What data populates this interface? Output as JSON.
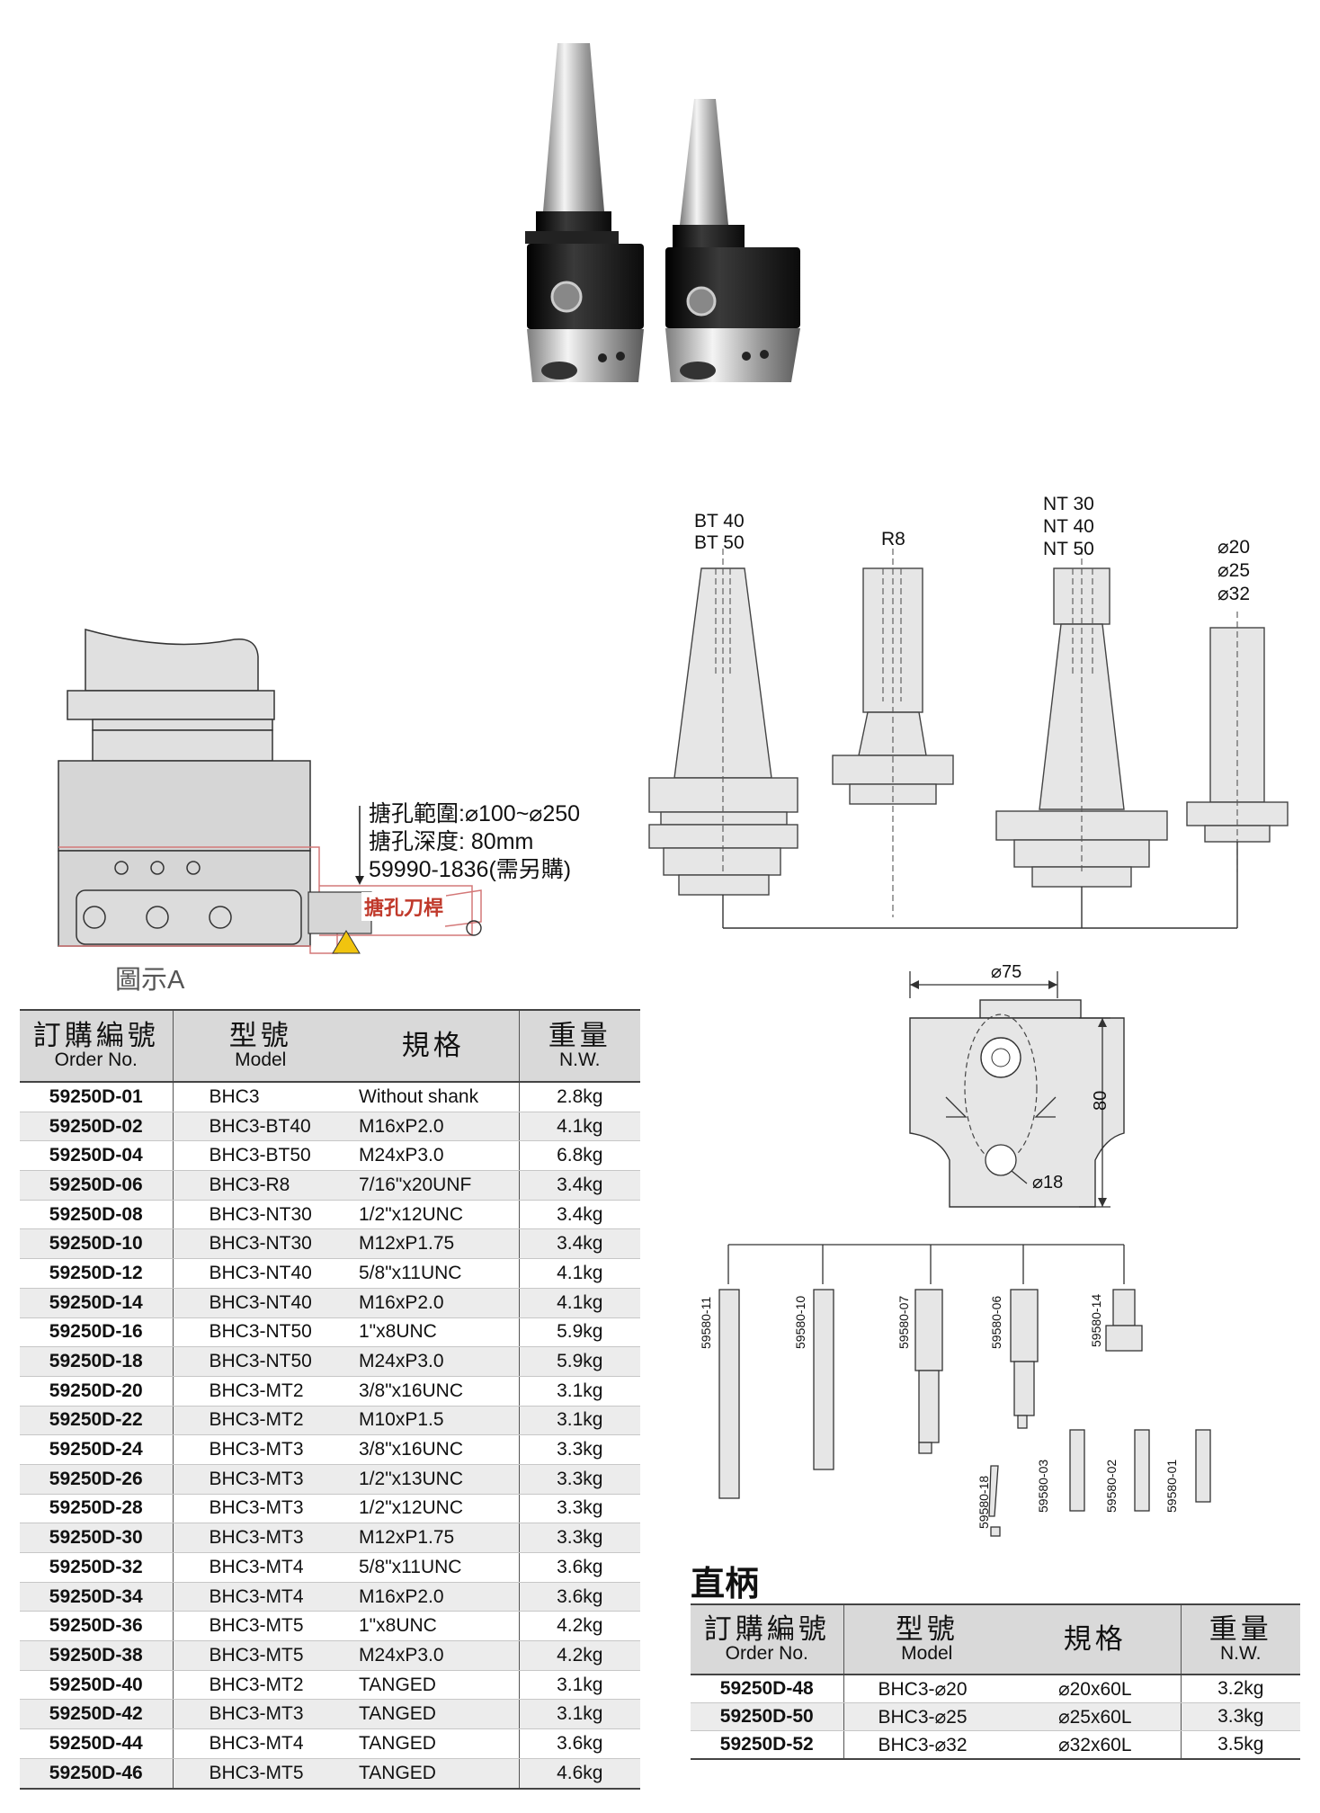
{
  "diagram": {
    "shank_labels": {
      "bt": [
        "BT 40",
        "BT 50"
      ],
      "r8": [
        "R8"
      ],
      "nt": [
        "NT 30",
        "NT 40",
        "NT 50"
      ],
      "straight": [
        "⌀20",
        "⌀25",
        "⌀32"
      ]
    },
    "head_dims": {
      "width": "⌀75",
      "height": "80",
      "bore": "⌀18"
    },
    "boring_bars": [
      "59580-11",
      "59580-10",
      "59580-07",
      "59580-06",
      "59580-14",
      "59580-18",
      "59580-03",
      "59580-02",
      "59580-01"
    ],
    "figure_a": {
      "specs": [
        "搪孔範圍:⌀100~⌀250",
        "搪孔深度: 80mm",
        "59990-1836(需另購)"
      ],
      "tool_label": "搪孔刀桿",
      "caption": "圖示A"
    }
  },
  "main_table": {
    "headers": [
      {
        "zh": "訂購編號",
        "en": "Order No."
      },
      {
        "zh": "型號",
        "en": "Model"
      },
      {
        "zh": "規格",
        "en": ""
      },
      {
        "zh": "重量",
        "en": "N.W."
      }
    ],
    "rows": [
      [
        "59250D-01",
        "BHC3",
        "Without shank",
        "2.8kg"
      ],
      [
        "59250D-02",
        "BHC3-BT40",
        "M16xP2.0",
        "4.1kg"
      ],
      [
        "59250D-04",
        "BHC3-BT50",
        "M24xP3.0",
        "6.8kg"
      ],
      [
        "59250D-06",
        "BHC3-R8",
        "7/16\"x20UNF",
        "3.4kg"
      ],
      [
        "59250D-08",
        "BHC3-NT30",
        "1/2\"x12UNC",
        "3.4kg"
      ],
      [
        "59250D-10",
        "BHC3-NT30",
        "M12xP1.75",
        "3.4kg"
      ],
      [
        "59250D-12",
        "BHC3-NT40",
        "5/8\"x11UNC",
        "4.1kg"
      ],
      [
        "59250D-14",
        "BHC3-NT40",
        "M16xP2.0",
        "4.1kg"
      ],
      [
        "59250D-16",
        "BHC3-NT50",
        "1\"x8UNC",
        "5.9kg"
      ],
      [
        "59250D-18",
        "BHC3-NT50",
        "M24xP3.0",
        "5.9kg"
      ],
      [
        "59250D-20",
        "BHC3-MT2",
        "3/8\"x16UNC",
        "3.1kg"
      ],
      [
        "59250D-22",
        "BHC3-MT2",
        "M10xP1.5",
        "3.1kg"
      ],
      [
        "59250D-24",
        "BHC3-MT3",
        "3/8\"x16UNC",
        "3.3kg"
      ],
      [
        "59250D-26",
        "BHC3-MT3",
        "1/2\"x13UNC",
        "3.3kg"
      ],
      [
        "59250D-28",
        "BHC3-MT3",
        "1/2\"x12UNC",
        "3.3kg"
      ],
      [
        "59250D-30",
        "BHC3-MT3",
        "M12xP1.75",
        "3.3kg"
      ],
      [
        "59250D-32",
        "BHC3-MT4",
        "5/8\"x11UNC",
        "3.6kg"
      ],
      [
        "59250D-34",
        "BHC3-MT4",
        "M16xP2.0",
        "3.6kg"
      ],
      [
        "59250D-36",
        "BHC3-MT5",
        "1\"x8UNC",
        "4.2kg"
      ],
      [
        "59250D-38",
        "BHC3-MT5",
        "M24xP3.0",
        "4.2kg"
      ],
      [
        "59250D-40",
        "BHC3-MT2",
        "TANGED",
        "3.1kg"
      ],
      [
        "59250D-42",
        "BHC3-MT3",
        "TANGED",
        "3.1kg"
      ],
      [
        "59250D-44",
        "BHC3-MT4",
        "TANGED",
        "3.6kg"
      ],
      [
        "59250D-46",
        "BHC3-MT5",
        "TANGED",
        "4.6kg"
      ]
    ]
  },
  "straight_shank": {
    "title": "直柄",
    "headers": [
      {
        "zh": "訂購編號",
        "en": "Order No."
      },
      {
        "zh": "型號",
        "en": "Model"
      },
      {
        "zh": "規格",
        "en": ""
      },
      {
        "zh": "重量",
        "en": "N.W."
      }
    ],
    "rows": [
      [
        "59250D-48",
        "BHC3-⌀20",
        "⌀20x60L",
        "3.2kg"
      ],
      [
        "59250D-50",
        "BHC3-⌀25",
        "⌀25x60L",
        "3.3kg"
      ],
      [
        "59250D-52",
        "BHC3-⌀32",
        "⌀32x60L",
        "3.5kg"
      ]
    ]
  }
}
